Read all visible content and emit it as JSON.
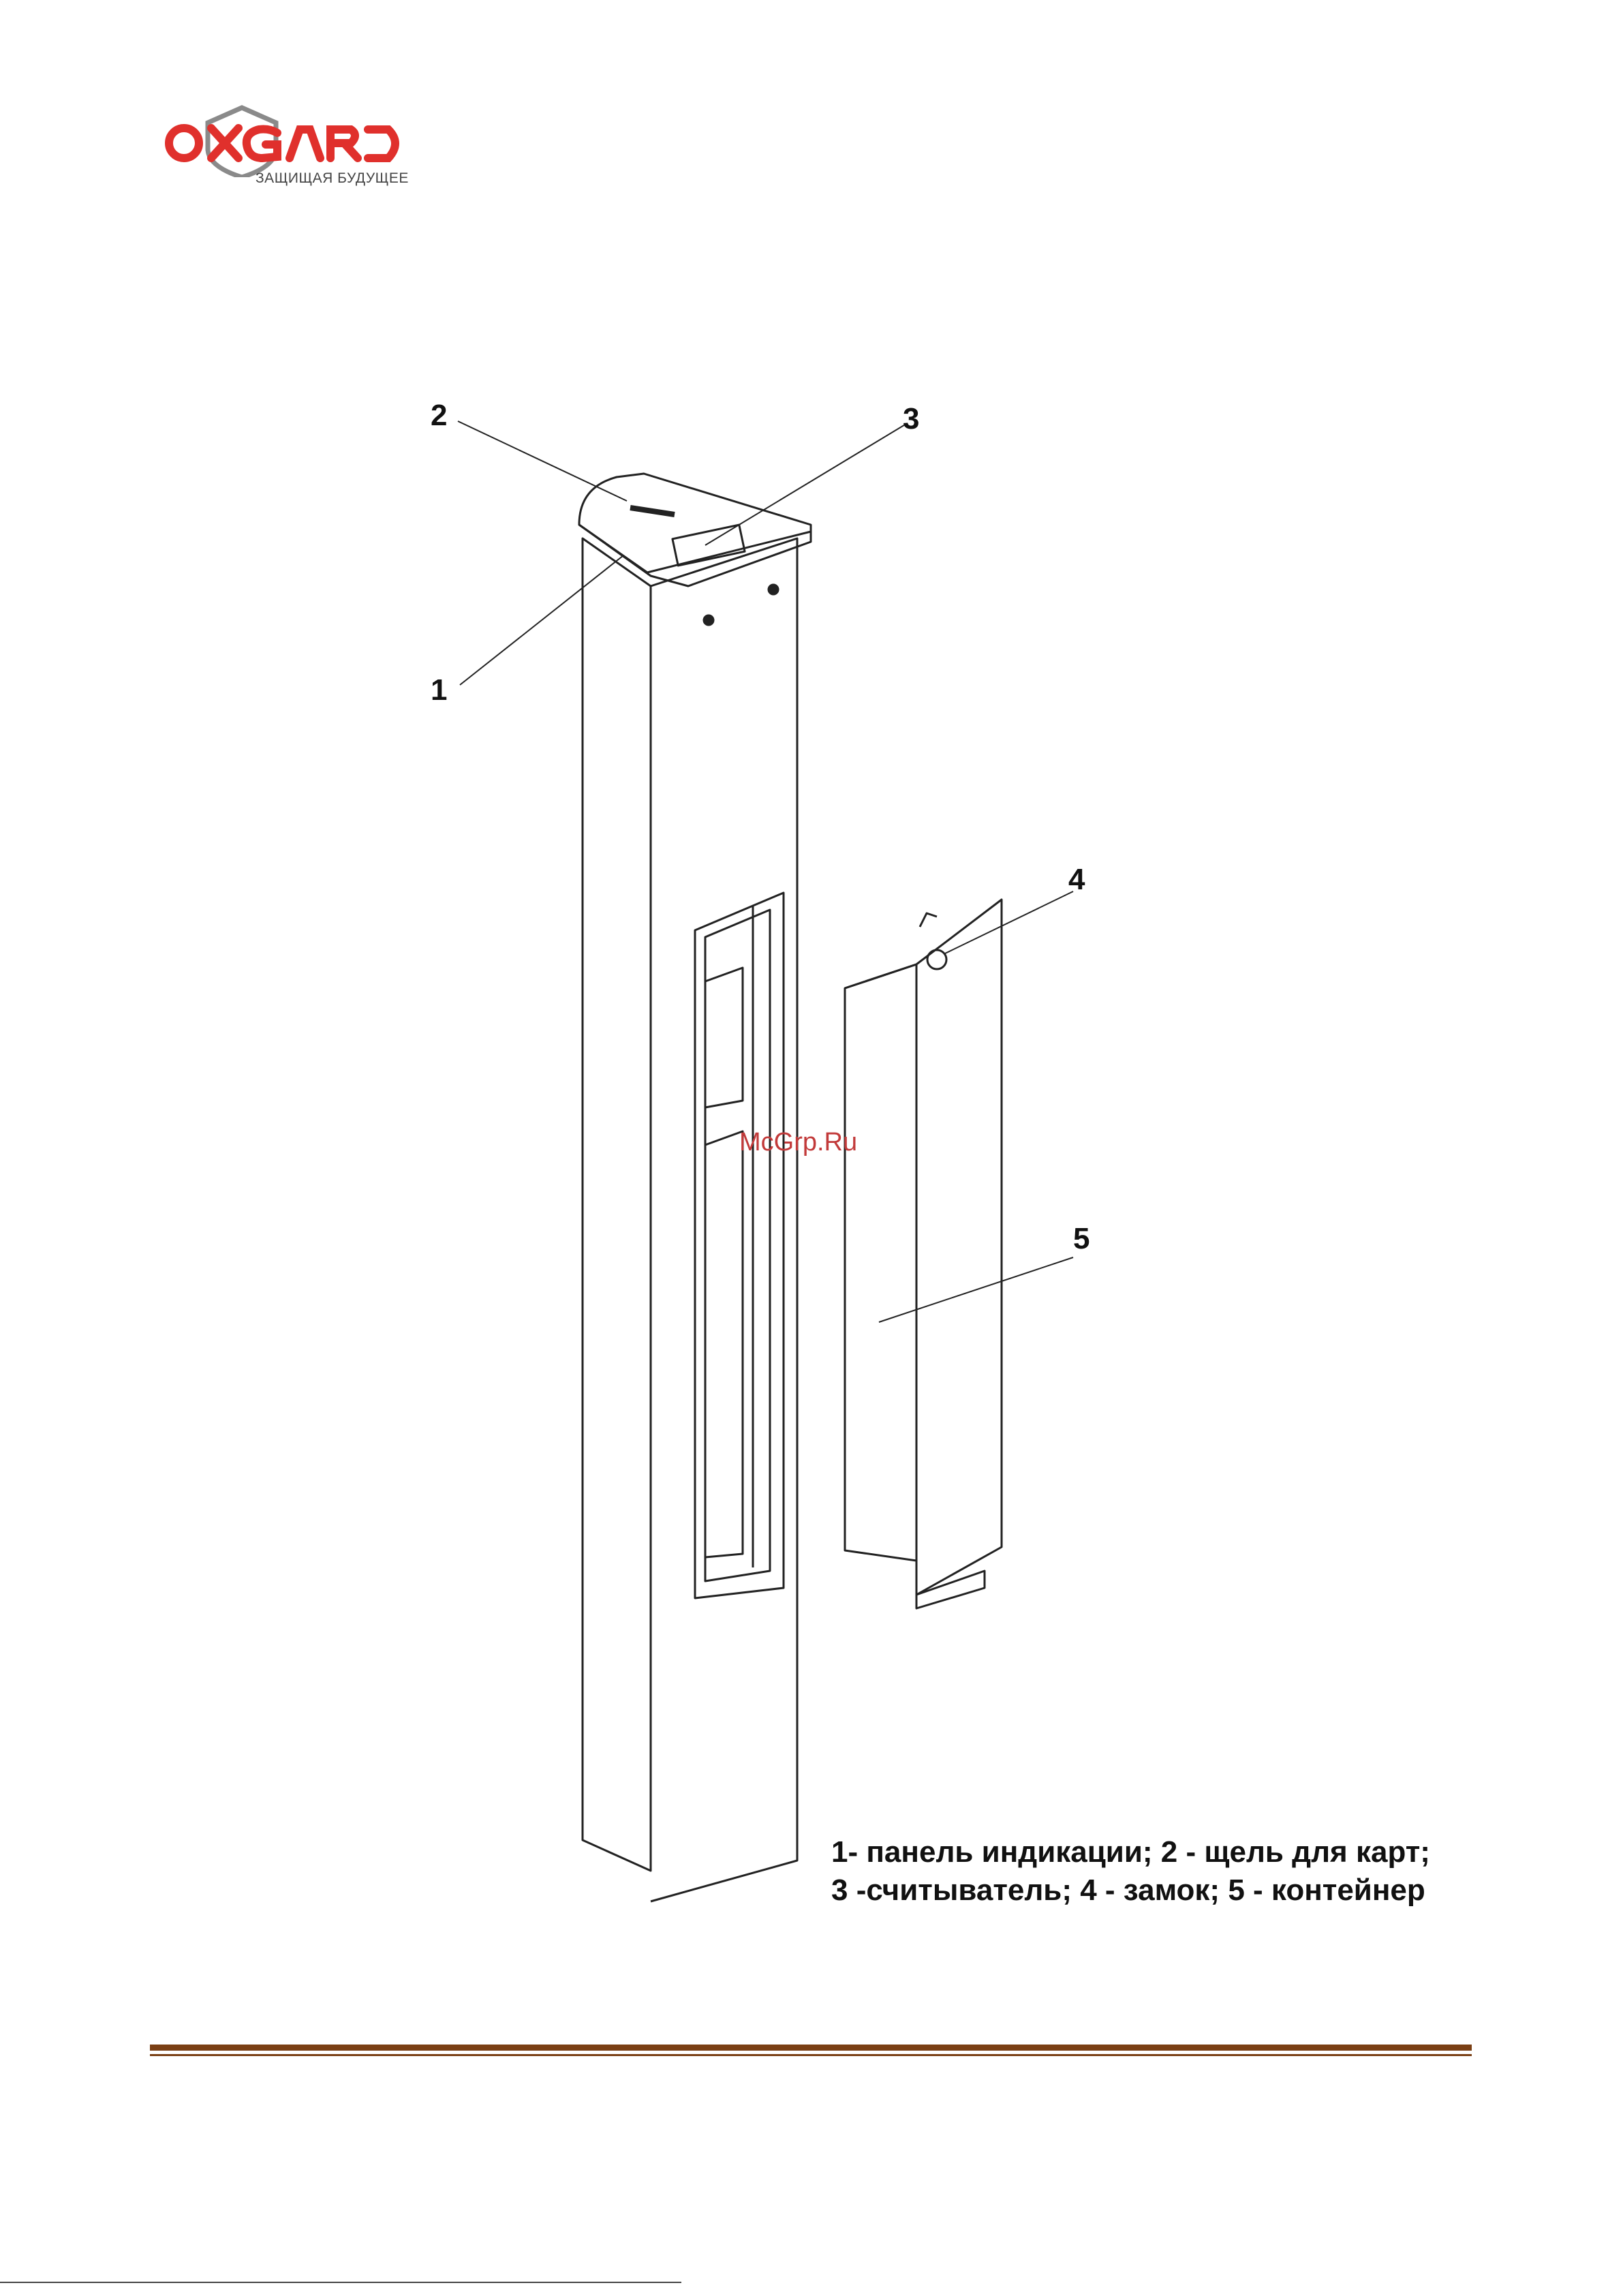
{
  "logo": {
    "brand": "OXGARD",
    "tagline": "ЗАЩИЩАЯ БУДУЩЕЕ",
    "brand_color": "#e0302c",
    "shield_color": "#8a8a8a"
  },
  "callouts": [
    "1",
    "2",
    "3",
    "4",
    "5"
  ],
  "watermark": "McGrp.Ru",
  "legend": {
    "line1": "1- панель индикации; 2 - щель для карт;",
    "line2": "3 -считыватель; 4 - замок; 5 - контейнер"
  },
  "colors": {
    "rule": "#7a3f14",
    "outline": "#222222"
  }
}
